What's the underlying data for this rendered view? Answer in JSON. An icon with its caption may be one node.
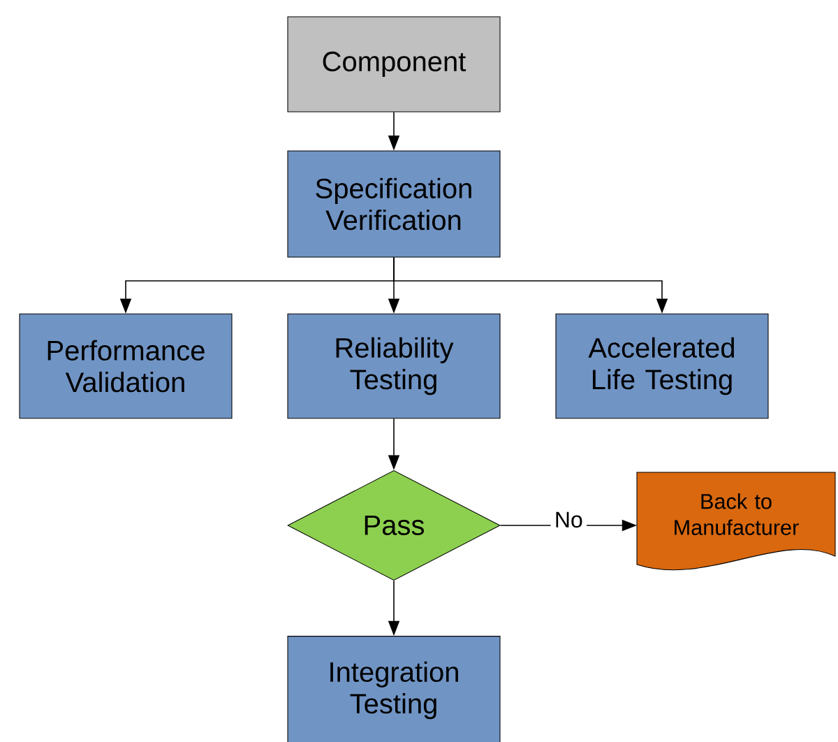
{
  "diagram": {
    "nodes": [
      {
        "text": [
          "Component"
        ]
      },
      {
        "text": [
          "Specification Verification"
        ]
      },
      {
        "text": [
          "Performance Validation"
        ]
      },
      {
        "text": [
          "Reliability Testing"
        ]
      },
      {
        "text": [
          "Accelerated Life Testing"
        ]
      },
      {
        "text": [
          "Pass"
        ]
      },
      {
        "text": [
          "Back to Manufacturer"
        ]
      },
      {
        "text": [
          "Integration Testing"
        ]
      }
    ],
    "edges": [
      {
        "from": 0,
        "to": 1,
        "arrow": "to"
      },
      {
        "from": 1,
        "to": 2,
        "arrow": "to"
      },
      {
        "from": 1,
        "to": 3,
        "arrow": "to"
      },
      {
        "from": 1,
        "to": 4,
        "arrow": "to"
      },
      {
        "from": 3,
        "to": 5,
        "arrow": "to"
      },
      {
        "from": 5,
        "to": 6,
        "arrow": "to",
        "label": "No"
      },
      {
        "from": 5,
        "to": 7,
        "arrow": "to"
      }
    ]
  }
}
